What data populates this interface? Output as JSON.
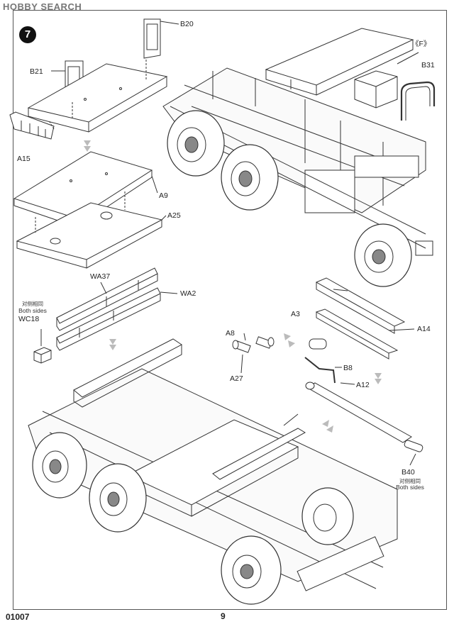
{
  "watermark": "HOBBY SEARCH",
  "step_number": "7",
  "callout": "《F》",
  "parts": {
    "b20": "B20",
    "b21": "B21",
    "a15": "A15",
    "a9": "A9",
    "a25": "A25",
    "b31": "B31",
    "wa37": "WA37",
    "wa2": "WA2",
    "wc18": "WC18",
    "a3": "A3",
    "a14": "A14",
    "a8": "A8",
    "a27": "A27",
    "b8": "B8",
    "a12": "A12",
    "b40": "B40"
  },
  "notes": {
    "wc18_cn": "对侧相同",
    "wc18_en": "Both sides",
    "b40_cn": "对侧相同",
    "b40_en": "Both sides"
  },
  "footer": {
    "kit_number": "01007",
    "page_number": "9"
  }
}
